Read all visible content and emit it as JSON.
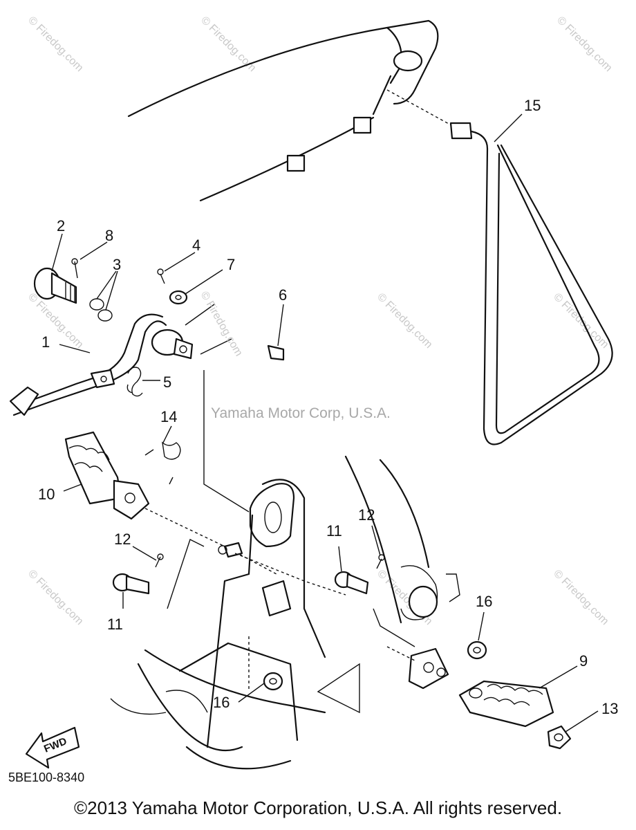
{
  "watermarks": {
    "corner": "© Firedog.com",
    "center": "Yamaha Motor Corp, U.S.A.",
    "inline": "© Firedog.com"
  },
  "callouts": {
    "c1": "1",
    "c2": "2",
    "c3": "3",
    "c4": "4",
    "c5": "5",
    "c6": "6",
    "c7": "7",
    "c8": "8",
    "c9": "9",
    "c10": "10",
    "c11a": "11",
    "c11b": "11",
    "c12a": "12",
    "c12b": "12",
    "c13": "13",
    "c14": "14",
    "c15": "15",
    "c16a": "16",
    "c16b": "16"
  },
  "fwd_label": "FWD",
  "diagram_code": "5BE100-8340",
  "copyright": "©2013 Yamaha Motor Corporation, U.S.A. All rights reserved."
}
